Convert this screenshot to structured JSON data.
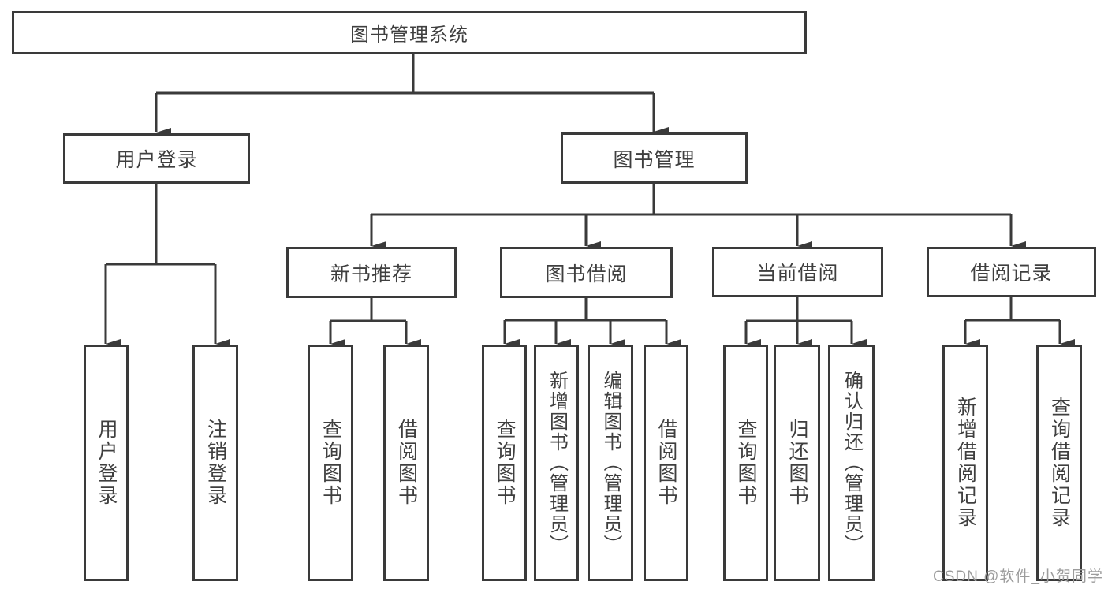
{
  "diagram": {
    "title": "图书管理系统",
    "root": {
      "label": "图书管理系统"
    },
    "level2": [
      {
        "label": "用户登录"
      },
      {
        "label": "图书管理"
      }
    ],
    "level3": [
      {
        "label": "新书推荐"
      },
      {
        "label": "图书借阅"
      },
      {
        "label": "当前借阅"
      },
      {
        "label": "借阅记录"
      }
    ],
    "level4": [
      {
        "label": "用户登录"
      },
      {
        "label": "注销登录"
      },
      {
        "label": "查询图书"
      },
      {
        "label": "借阅图书"
      },
      {
        "label": "查询图书"
      },
      {
        "label": "新增图书（管理员）"
      },
      {
        "label": "编辑图书（管理员）"
      },
      {
        "label": "借阅图书"
      },
      {
        "label": "查询图书"
      },
      {
        "label": "归还图书"
      },
      {
        "label": "确认归还（管理员）"
      },
      {
        "label": "新增借阅记录"
      },
      {
        "label": "查询借阅记录"
      }
    ],
    "watermark": "CSDN @软件_小贺同学",
    "colors": {
      "line": "#3a3a3a",
      "text": "#3f3f3f",
      "watermark": "#9c9c9c",
      "background": "#ffffff"
    }
  }
}
